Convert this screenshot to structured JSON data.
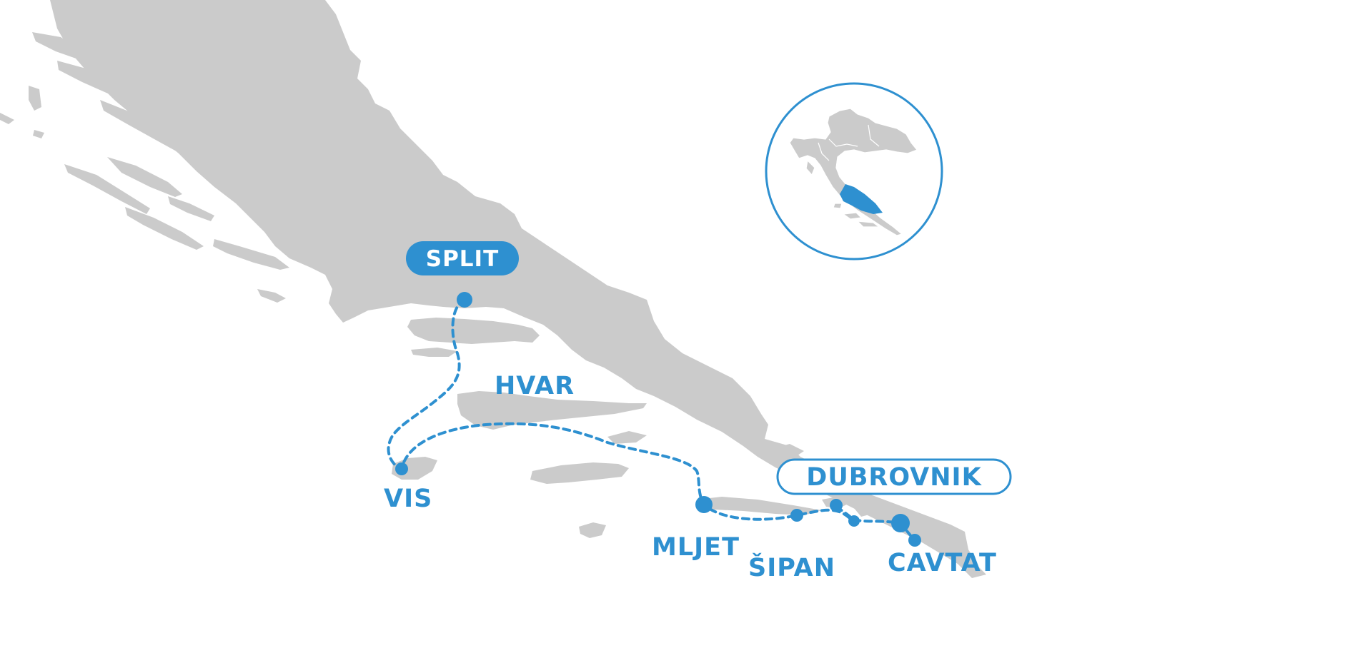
{
  "map": {
    "region": "Dalmatian coast, Croatia",
    "colors": {
      "accent": "#2e90d0",
      "land": "#cbcbcb",
      "background": "#ffffff"
    },
    "route_style": "dashed",
    "places": {
      "split": "SPLIT",
      "hvar": "HVAR",
      "vis": "VIS",
      "mljet": "MLJET",
      "sipan": "ŠIPAN",
      "cavtat": "CAVTAT",
      "dubrovnik": "DUBROVNIK"
    },
    "highlighted_places": [
      "SPLIT",
      "DUBROVNIK"
    ],
    "inset": {
      "depicts": "Croatia outline",
      "highlighted_area": "Dalmatia"
    }
  }
}
